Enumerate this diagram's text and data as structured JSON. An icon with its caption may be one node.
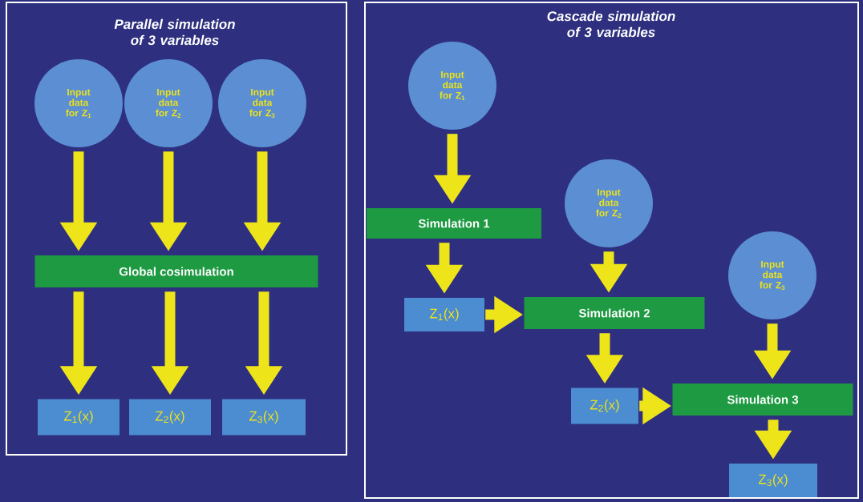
{
  "diagram": {
    "nodes": [
      {
        "text": [
          "Parallel simulation of 3 variables"
        ]
      },
      {
        "text": [
          "Input data for Z$_{1}$"
        ],
        "in": 0
      },
      {
        "text": [
          "Input data for Z$_{2}$"
        ],
        "in": 0
      },
      {
        "text": [
          "Input data for Z$_{3}$"
        ],
        "in": 0
      },
      {
        "text": [
          "Global cosimulation"
        ],
        "in": 0
      },
      {
        "text": [
          "Z$_{1}$(x)"
        ],
        "in": 0
      },
      {
        "text": [
          "Z$_{2}$(x)"
        ],
        "in": 0
      },
      {
        "text": [
          "Z$_{3}$(x)"
        ],
        "in": 0
      },
      {
        "text": [
          "Cascade simulation of 3 variables"
        ]
      },
      {
        "text": [
          "Input data for Z$_{1}$"
        ],
        "in": 8
      },
      {
        "text": [
          "Simulation 1"
        ],
        "in": 8
      },
      {
        "text": [
          "Input data for Z$_{2}$"
        ],
        "in": 8
      },
      {
        "text": [
          "Z$_{1}$(x)"
        ],
        "in": 8
      },
      {
        "text": [
          "Simulation 2"
        ],
        "in": 8
      },
      {
        "text": [
          "Input data for Z$_{3}$"
        ],
        "in": 8
      },
      {
        "text": [
          "Z$_{2}$(x)"
        ],
        "in": 8
      },
      {
        "text": [
          "Simulation 3"
        ],
        "in": 8
      },
      {
        "text": [
          "Z$_{3}$(x)"
        ],
        "in": 8
      }
    ],
    "edges": [
      {
        "from": 1,
        "to": 4,
        "arrow": "to"
      },
      {
        "from": 2,
        "to": 4,
        "arrow": "to"
      },
      {
        "from": 3,
        "to": 4,
        "arrow": "to"
      },
      {
        "from": 4,
        "to": 5,
        "arrow": "to"
      },
      {
        "from": 4,
        "to": 6,
        "arrow": "to"
      },
      {
        "from": 4,
        "to": 7,
        "arrow": "to"
      },
      {
        "from": 9,
        "to": 10,
        "arrow": "to"
      },
      {
        "from": 10,
        "to": 12,
        "arrow": "to"
      },
      {
        "from": 12,
        "to": 13,
        "arrow": "to"
      },
      {
        "from": 11,
        "to": 13,
        "arrow": "to"
      },
      {
        "from": 13,
        "to": 15,
        "arrow": "to"
      },
      {
        "from": 15,
        "to": 16,
        "arrow": "to"
      },
      {
        "from": 14,
        "to": 16,
        "arrow": "to"
      },
      {
        "from": 16,
        "to": 17,
        "arrow": "to"
      }
    ]
  }
}
